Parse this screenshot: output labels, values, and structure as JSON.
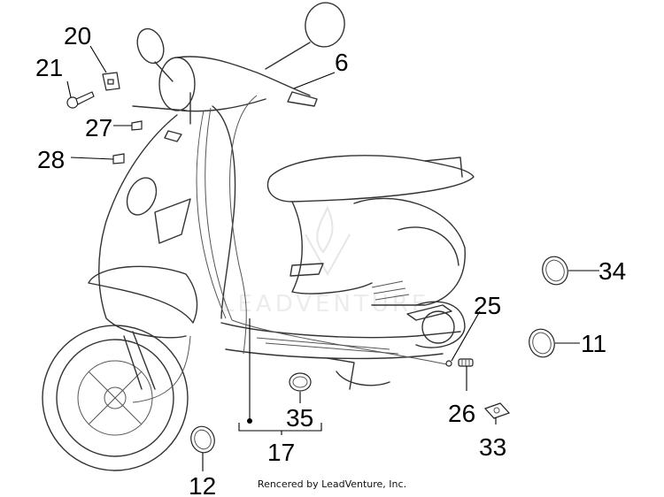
{
  "diagram": {
    "callouts": [
      {
        "id": "c20",
        "label": "20"
      },
      {
        "id": "c21",
        "label": "21"
      },
      {
        "id": "c27",
        "label": "27"
      },
      {
        "id": "c28",
        "label": "28"
      },
      {
        "id": "c6",
        "label": "6"
      },
      {
        "id": "c34",
        "label": "34"
      },
      {
        "id": "c25",
        "label": "25"
      },
      {
        "id": "c11",
        "label": "11"
      },
      {
        "id": "c35",
        "label": "35"
      },
      {
        "id": "c26",
        "label": "26"
      },
      {
        "id": "c17",
        "label": "17"
      },
      {
        "id": "c33",
        "label": "33"
      },
      {
        "id": "c12",
        "label": "12"
      }
    ],
    "watermark_text": "LEADVENTURE",
    "footer": "Rencered by LeadVenture, Inc."
  }
}
